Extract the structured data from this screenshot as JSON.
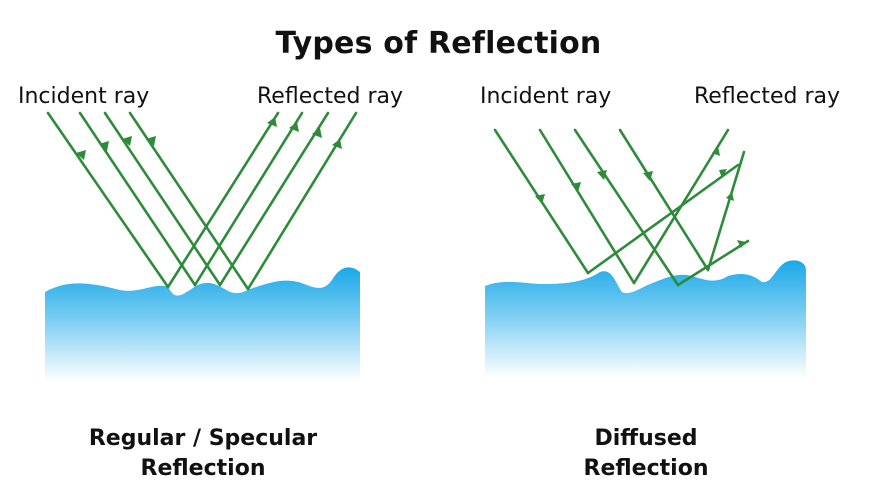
{
  "title": "Types of Reflection",
  "colors": {
    "ray": "#2e8b3a",
    "surface_top": "#1aa8e8",
    "surface_bottom": "#ffffff"
  },
  "panels": [
    {
      "id": "regular",
      "incident_label": "Incident ray",
      "reflected_label": "Reflected ray",
      "caption_line1": "Regular / Specular",
      "caption_line2": "Reflection"
    },
    {
      "id": "diffused",
      "incident_label": "Incident ray",
      "reflected_label": "Reflected ray",
      "caption_line1": "Diffused",
      "caption_line2": "Reflection"
    }
  ]
}
